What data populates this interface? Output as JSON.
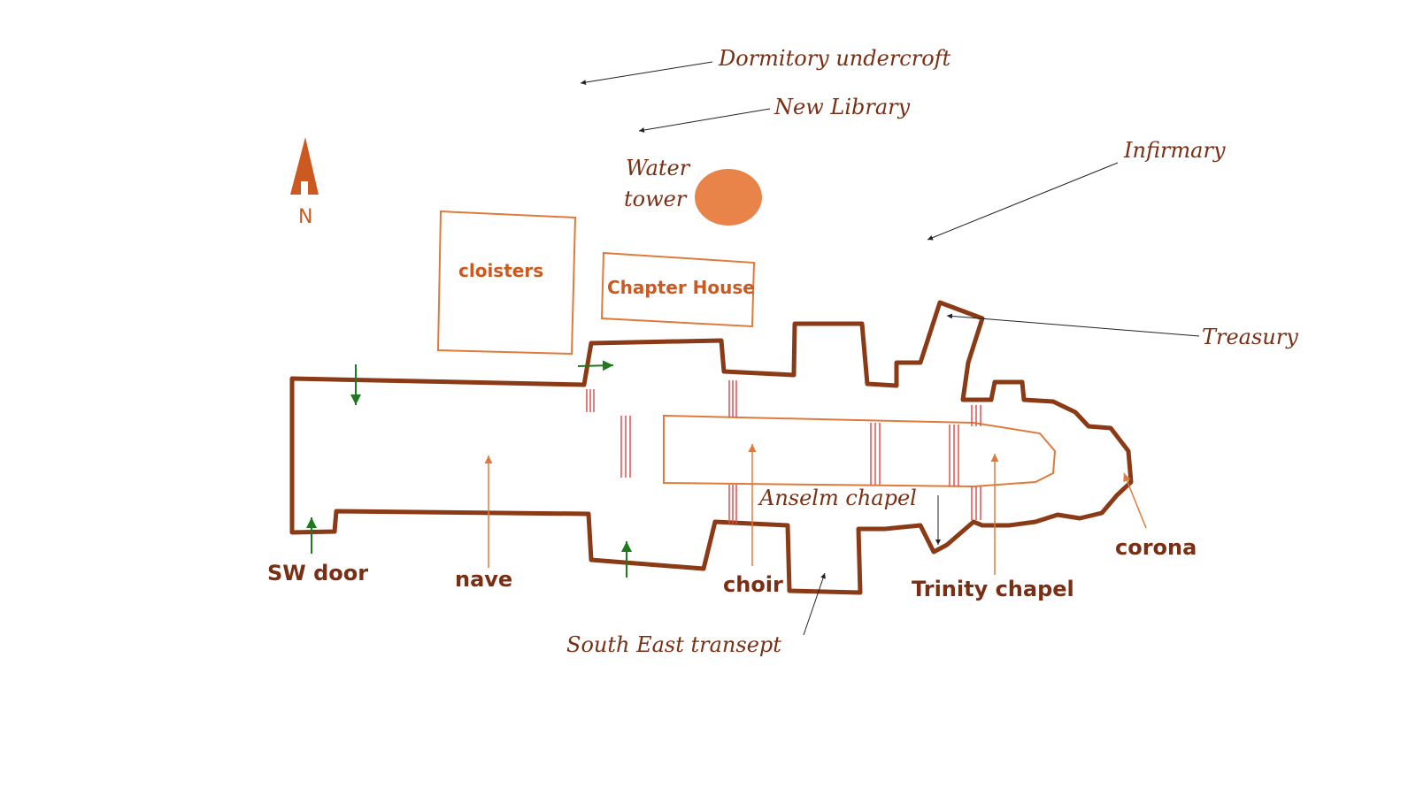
{
  "labels": {
    "dormitory": "Dormitory undercroft",
    "library": "New Library",
    "water_tower_1": "Water",
    "water_tower_2": "tower",
    "infirmary": "Infirmary",
    "cloisters": "cloisters",
    "chapter_house": "Chapter House",
    "treasury": "Treasury",
    "anselm": "Anselm chapel",
    "sw_door": "SW door",
    "nave": "nave",
    "choir": "choir",
    "trinity": "Trinity chapel",
    "corona": "corona",
    "se_transept": "South East transept",
    "north": "N"
  },
  "colors": {
    "outline": "#8b3a16",
    "orange": "#e07a3a",
    "water_tower": "#e8834a",
    "door_arrow": "#1f7a1f",
    "steps": "#e05050",
    "pointer": "#222222"
  }
}
